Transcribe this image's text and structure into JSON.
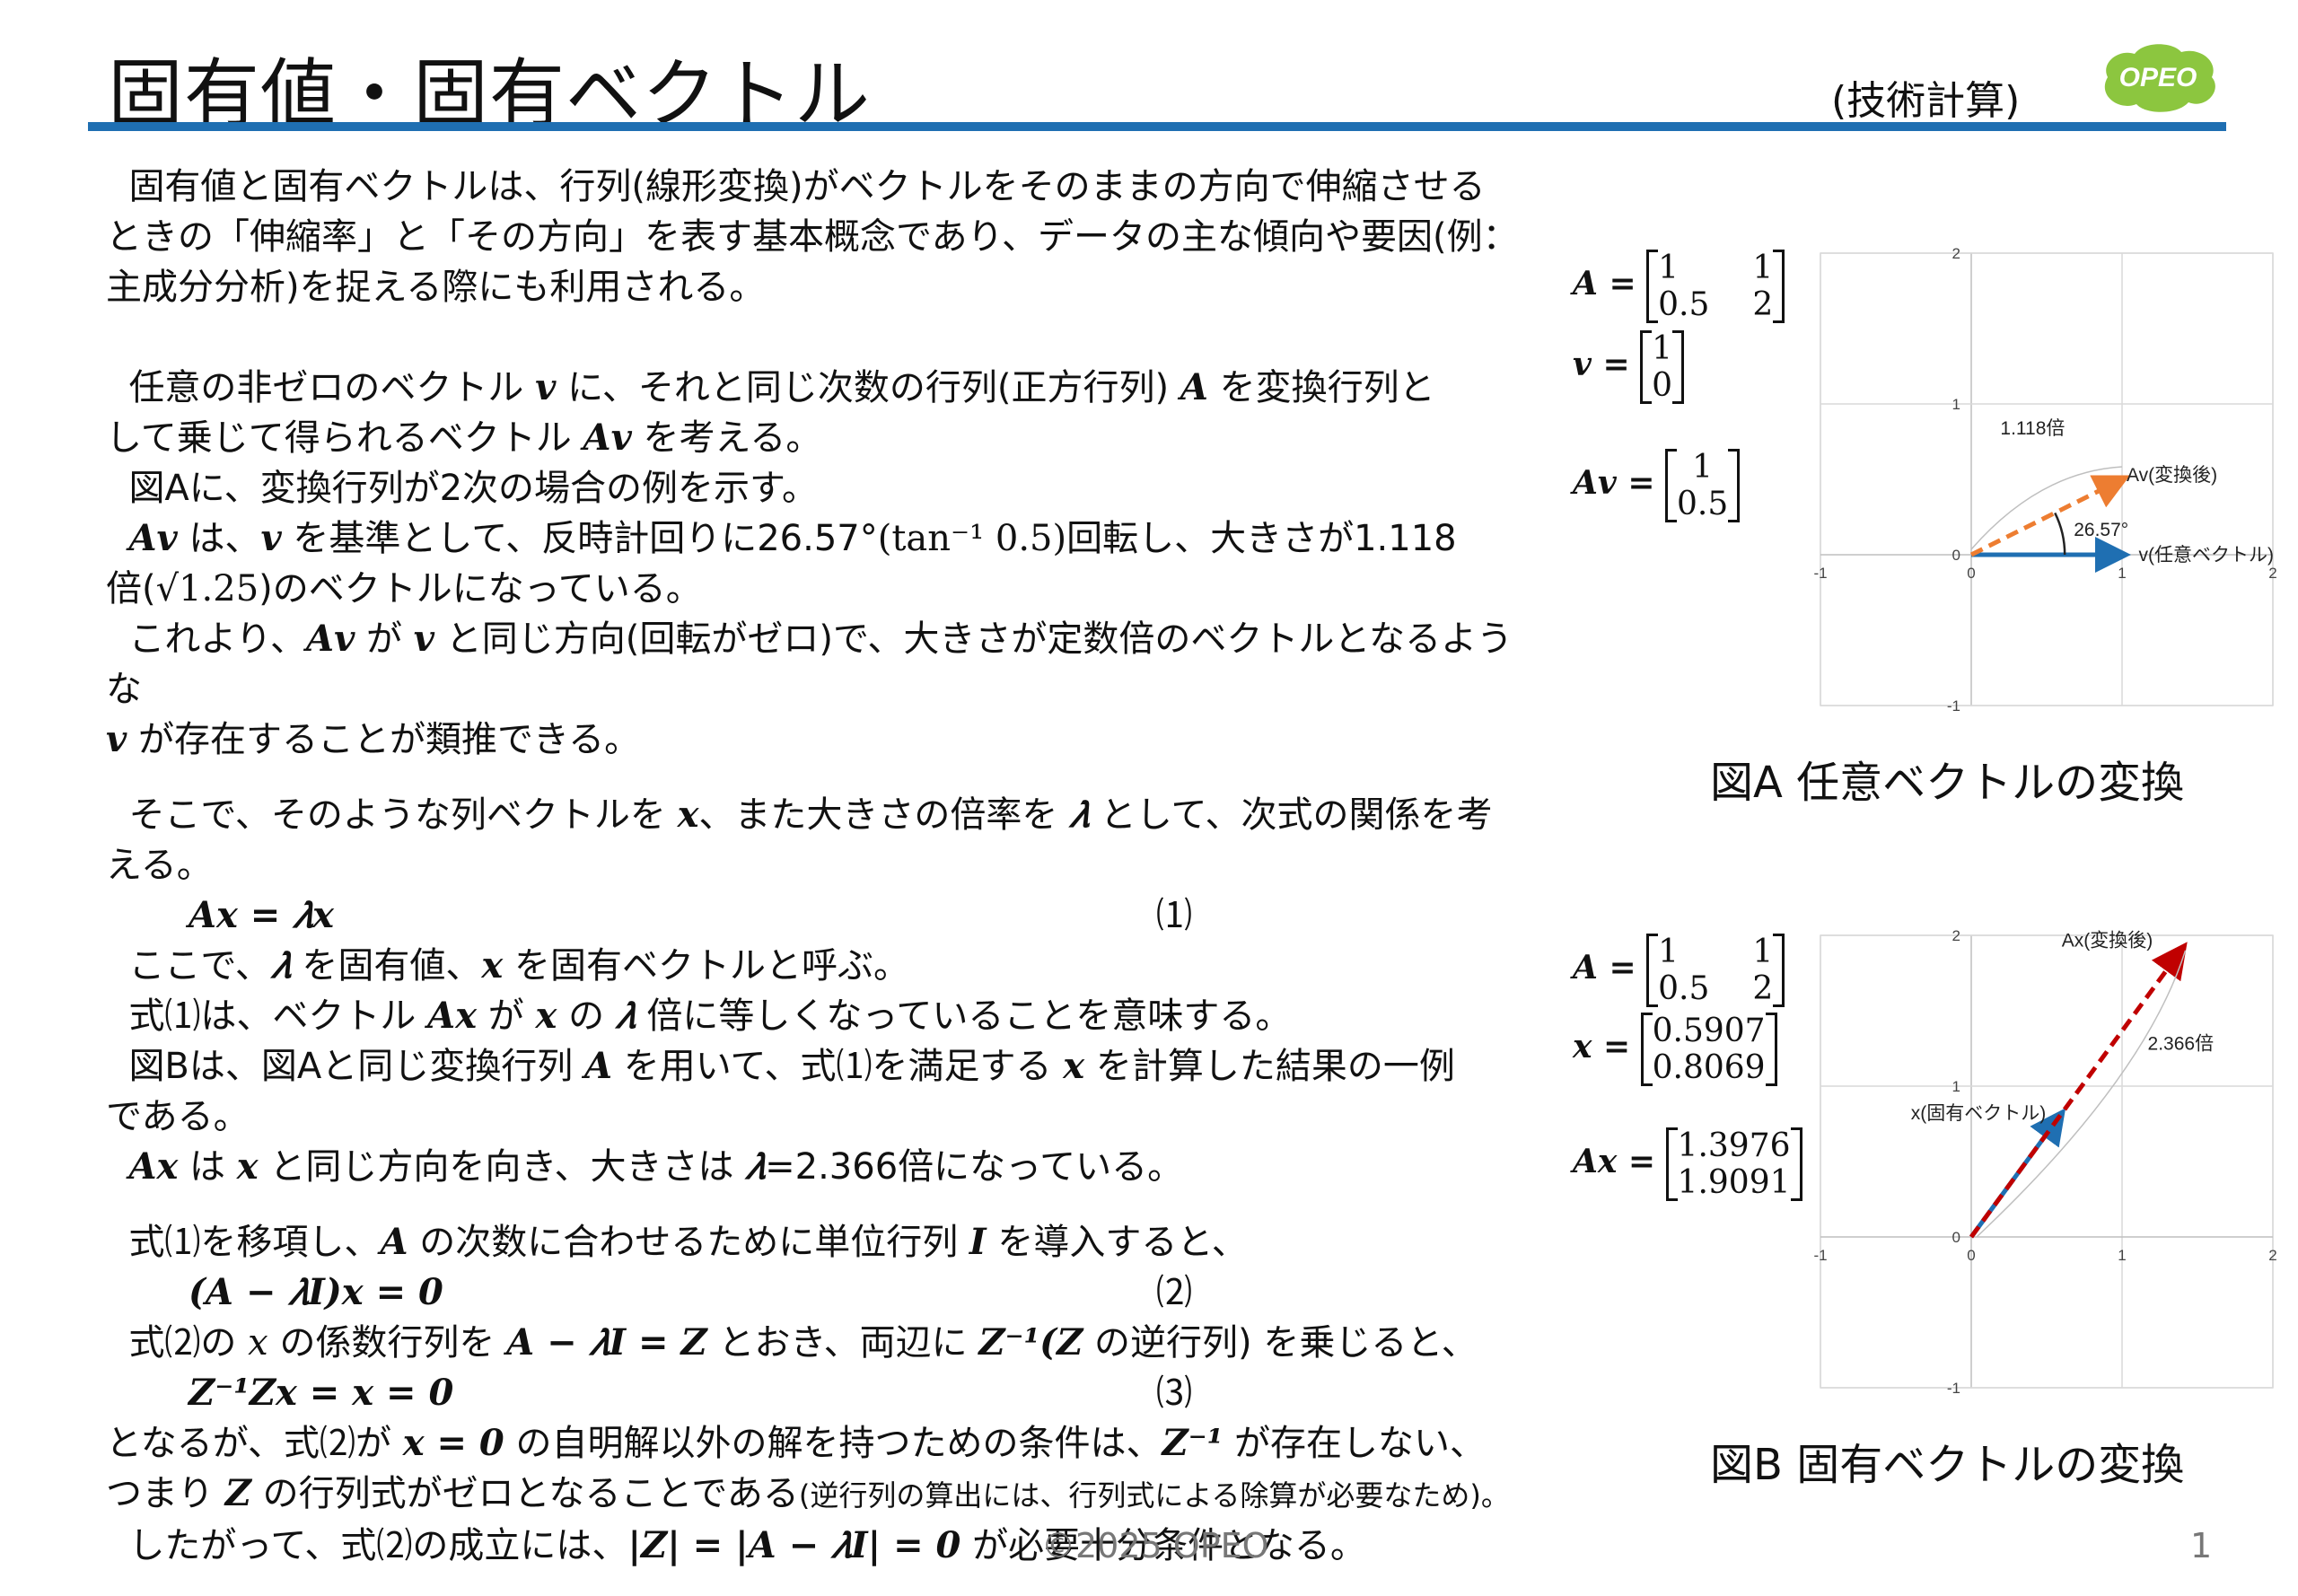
{
  "header": {
    "title": "固有値・固有ベクトル",
    "category": "(技術計算)",
    "logo_text": "OPEO",
    "rule_color": "#1f6fb2"
  },
  "body": {
    "p1_l1": "固有値と固有ベクトルは、行列(線形変換)がベクトルをそのままの方向で伸縮させる",
    "p1_l2": "ときの「伸縮率」と「その方向」を表す基本概念であり、データの主な傾向や要因(例：",
    "p1_l3": "主成分分析)を捉える際にも利用される。",
    "p2_a1": "任意の非ゼロのベクトル",
    "p2_v": "𝒗",
    "p2_a2": "に、それと同じ次数の行列(正方行列)",
    "p2_A": "𝑨",
    "p2_a3": "を変換行列と",
    "p2_b1": "して乗じて得られるベクトル",
    "p2_Av": "𝑨𝒗",
    "p2_b2": "を考える。",
    "p3": "図Aに、変換行列が2次の場合の例を示す。",
    "p4_Av": "𝑨𝒗",
    "p4_a1": "は、",
    "p4_v": "𝒗",
    "p4_a2": "を基準として、反時計回りに26.57°",
    "p4_tan": "(tan⁻¹ 0.5)",
    "p4_a3": "回転し、大きさが1.118",
    "p4_b1": "倍(",
    "p4_sqrt": "√1.25",
    "p4_b2": ")のベクトルになっている。",
    "p5_a1": "これより、",
    "p5_Av": "𝑨𝒗",
    "p5_a2": "が",
    "p5_v": "𝒗",
    "p5_a3": "と同じ方向(回転がゼロ)で、大きさが定数倍のベクトルとなるような",
    "p5_v2": "𝒗",
    "p5_b": "が存在することが類推できる。",
    "p6_a1": "そこで、そのような列ベクトルを",
    "p6_x": "𝒙",
    "p6_a2": "、また大きさの倍率を",
    "p6_lam": "𝜆",
    "p6_a3": "として、次式の関係を考える。",
    "eq1": "𝑨𝒙 = 𝜆𝒙",
    "eq1_no": "⑴",
    "p7_a1": "ここで、",
    "p7_lam": "𝜆",
    "p7_a2": "を固有値、",
    "p7_x": "𝒙",
    "p7_a3": "を固有ベクトルと呼ぶ。",
    "p8_a1": "式⑴は、ベクトル",
    "p8_Ax": "𝑨𝒙",
    "p8_a2": "が",
    "p8_x": "𝒙",
    "p8_a3": "の",
    "p8_lam": "𝜆",
    "p8_a4": "倍に等しくなっていることを意味する。",
    "p9_a1": "図Bは、図Aと同じ変換行列",
    "p9_A": "𝑨",
    "p9_a2": "を用いて、式⑴を満足する",
    "p9_x": "𝒙",
    "p9_a3": "を計算した結果の一例",
    "p9_b": "である。",
    "p10_Ax": "𝑨𝒙",
    "p10_a1": "は",
    "p10_x": "𝒙",
    "p10_a2": "と同じ方向を向き、大きさは",
    "p10_lam": "𝜆",
    "p10_a3": "=2.366倍になっている。",
    "p11_a1": "式⑴を移項し、",
    "p11_A": "𝑨",
    "p11_a2": "の次数に合わせるために単位行列",
    "p11_I": "𝑰",
    "p11_a3": "を導入すると、",
    "eq2": "(𝑨 − 𝜆𝑰)𝒙 = 0",
    "eq2_no": "⑵",
    "p12_a1": "式⑵の",
    "p12_x": "𝑥",
    "p12_a2": "の係数行列を",
    "p12_m1": "𝑨 − 𝜆𝑰 = 𝒁",
    "p12_a3": "とおき、両辺に",
    "p12_m2": "𝒁⁻¹(𝒁",
    "p12_a4": "の逆行列)",
    "p12_a5": "を乗じると、",
    "eq3": "𝒁⁻¹𝒁𝒙 = 𝒙 = 0",
    "eq3_no": "⑶",
    "p13_a1": "となるが、式⑵が",
    "p13_m1": "𝒙 = 0",
    "p13_a2": "の自明解以外の解を持つための条件は、",
    "p13_m2": "𝒁⁻¹",
    "p13_a3": "が存在しない、",
    "p13_b1": "つまり",
    "p13_Z": "𝒁",
    "p13_b2": "の行列式がゼロとなることである",
    "p13_small": "(逆行列の算出には、行列式による除算が必要なため)。",
    "p14_a1": "したがって、式⑵の成立には、",
    "p14_m": "|𝒁| = |𝑨 − 𝜆𝑰| = 0",
    "p14_a2": "が必要十分条件となる。"
  },
  "figA": {
    "A_label": "𝑨 =",
    "A_matrix": [
      "1",
      "1",
      "0.5",
      "2"
    ],
    "v_label": "𝒗 =",
    "v_vec": [
      "1",
      "0"
    ],
    "Av_label": "𝑨𝒗 =",
    "Av_vec": [
      "1",
      "0.5"
    ],
    "caption": "図A 任意ベクトルの変換"
  },
  "figB": {
    "A_label": "𝑨 =",
    "A_matrix": [
      "1",
      "1",
      "0.5",
      "2"
    ],
    "x_label": "𝒙 =",
    "x_vec": [
      "0.5907",
      "0.8069"
    ],
    "Ax_label": "𝑨𝒙 =",
    "Ax_vec": [
      "1.3976",
      "1.9091"
    ],
    "caption": "図B 固有ベクトルの変換"
  },
  "chart_data": [
    {
      "type": "line",
      "xlim": [
        -1,
        2
      ],
      "ylim": [
        -1,
        2
      ],
      "xticks": [
        "-1",
        "0",
        "1",
        "2"
      ],
      "yticks": [
        "-1",
        "1",
        "2"
      ],
      "origin_label": "0",
      "grid": true,
      "series": [
        {
          "name": "v(任意ベクトル)",
          "points": [
            [
              0,
              0
            ],
            [
              1,
              0
            ]
          ],
          "color": "#1f6fb2",
          "style": "solid"
        },
        {
          "name": "Av(変換後)",
          "points": [
            [
              0,
              0
            ],
            [
              1,
              0.5
            ]
          ],
          "color": "#ed7d31",
          "style": "dashed"
        }
      ],
      "annotations": {
        "scale": "1.118倍",
        "angle": "26.57°"
      }
    },
    {
      "type": "line",
      "xlim": [
        -1,
        2
      ],
      "ylim": [
        -1,
        2
      ],
      "xticks": [
        "-1",
        "0",
        "1",
        "2"
      ],
      "yticks": [
        "-1",
        "1",
        "2"
      ],
      "origin_label": "0",
      "grid": true,
      "series": [
        {
          "name": "x(固有ベクトル)",
          "points": [
            [
              0,
              0
            ],
            [
              0.5907,
              0.8069
            ]
          ],
          "color": "#1f6fb2",
          "style": "solid"
        },
        {
          "name": "Ax(変換後)",
          "points": [
            [
              0,
              0
            ],
            [
              1.3976,
              1.9091
            ]
          ],
          "color": "#c00000",
          "style": "dashed"
        }
      ],
      "annotations": {
        "scale": "2.366倍"
      }
    }
  ],
  "footer": {
    "copyright": "©2025 OPEO",
    "page": "1"
  }
}
